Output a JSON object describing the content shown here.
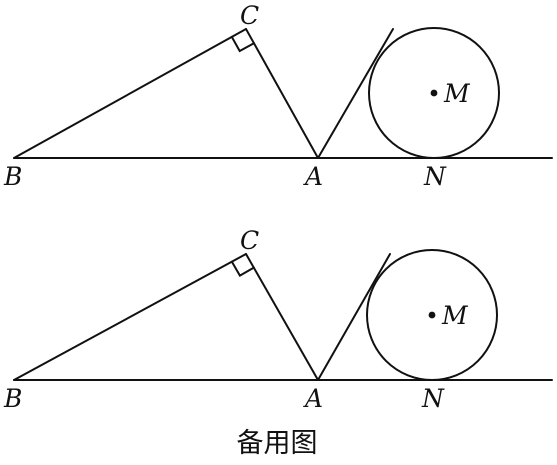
{
  "figures": [
    {
      "name": "main",
      "labels": {
        "B": "B",
        "C": "C",
        "A": "A",
        "N": "N",
        "M": "M"
      }
    },
    {
      "name": "spare",
      "labels": {
        "B": "B",
        "C": "C",
        "A": "A",
        "N": "N",
        "M": "M"
      }
    }
  ],
  "caption": "备用图",
  "colors": {
    "stroke": "#111111",
    "background": "#ffffff"
  }
}
